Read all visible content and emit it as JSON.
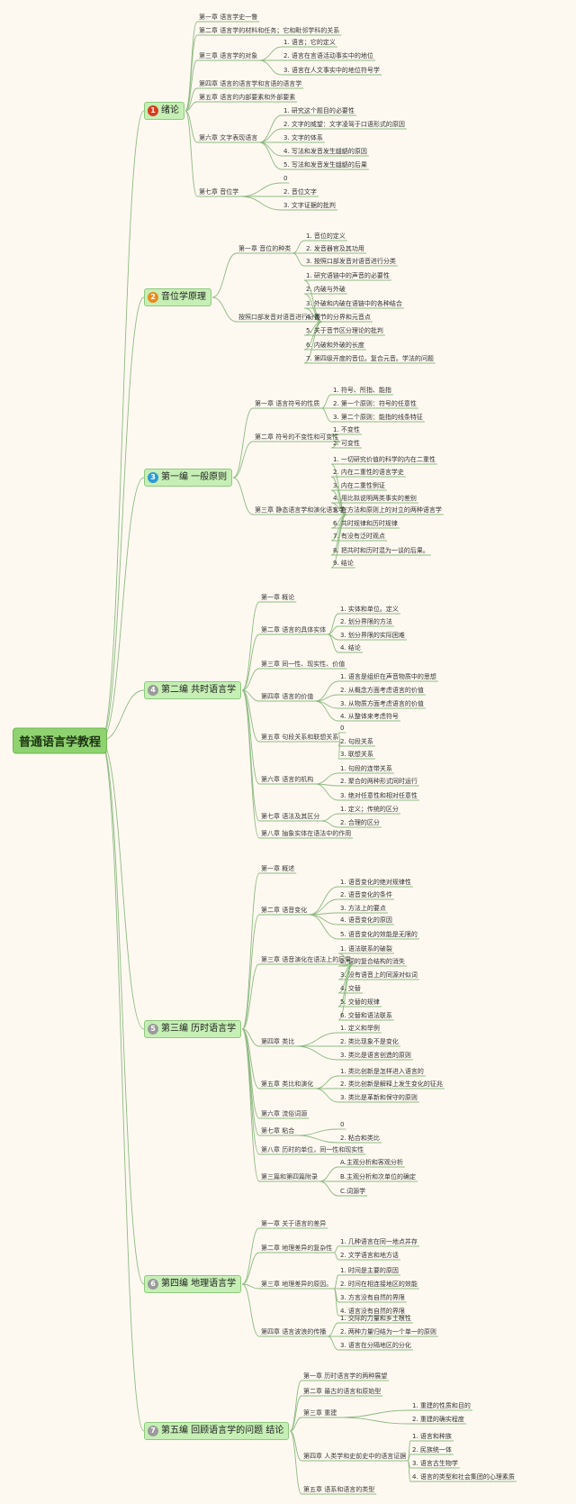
{
  "root": "普通语言学教程",
  "colors": {
    "line": "#8fba83",
    "branch_fill": "#c6efb5",
    "badge_colors": [
      "#d83b1f",
      "#e98b1c",
      "#2d9bd6",
      "#9a9a9a",
      "#9a9a9a",
      "#9a9a9a",
      "#9a9a9a"
    ]
  },
  "branches": [
    {
      "num": "1",
      "label": "绪论",
      "children": [
        {
          "label": "第一章 语言学史一瞥"
        },
        {
          "label": "第二章 语言学的材料和任务；它和毗邻学科的关系"
        },
        {
          "label": "第三章 语言学的对象",
          "children": [
            "1. 语言；它的定义",
            "2. 语言在言语活动事实中的地位",
            "3. 语言在人文事实中的地位符号学"
          ]
        },
        {
          "label": "第四章 语言的语言学和言语的语言学"
        },
        {
          "label": "第五章 语言的内部要素和外部要素"
        },
        {
          "label": "第六章 文字表现语言",
          "children": [
            "1. 研究这个题目的必要性",
            "2. 文字的威望：文字凌驾于口语形式的原因",
            "3. 文字的体系",
            "4. 写法和发音发生龃龉的原因",
            "5. 写法和发音发生龃龉的后果"
          ]
        },
        {
          "label": "第七章 音位学",
          "children": [
            "0",
            "2. 音位文字",
            "3. 文字证据的批判"
          ]
        }
      ]
    },
    {
      "num": "2",
      "label": "音位学原理",
      "children": [
        {
          "label": "第一章 音位的种类",
          "children": [
            "1. 音位的定义",
            "2. 发音器官及其功用",
            "3. 按照口部发音对语音进行分类"
          ]
        },
        {
          "label": "按照口部发音对语音进行分类",
          "children": [
            "1. 研究语链中的声音的必要性",
            "2. 内破与外破",
            "3. 外破和内破在语链中的各种结合",
            "4. 音节的分界和元音点",
            "5. 关于音节区分理论的批判",
            "6. 内破和外破的长度",
            "7. 第四级开度的音位。复合元音。学法的问题"
          ]
        }
      ]
    },
    {
      "num": "3",
      "label": "第一编 一般原则",
      "children": [
        {
          "label": "第一章 语言符号的性质",
          "children": [
            "1. 符号、所指、能指",
            "2. 第一个原则：符号的任意性",
            "3. 第二个原则：能指的线条特征"
          ]
        },
        {
          "label": "第二章 符号的不变性和可变性",
          "children": [
            "1. 不变性",
            "2. 可变性"
          ]
        },
        {
          "label": "第三章 静态语言学和演化语言学",
          "children": [
            "1. 一切研究价值的科学的内在二重性",
            "2. 内在二重性的语言学史",
            "3. 内在二重性例证",
            "4. 用比拟说明两类事实的差别",
            "5. 在方法和原则上的对立的两种语言学",
            "6. 共时规律和历时规律",
            "7. 有没有泛时观点",
            "8. 把共时和历时混为一谈的后果。",
            "9. 结论"
          ]
        }
      ]
    },
    {
      "num": "4",
      "label": "第二编 共时语言学",
      "children": [
        {
          "label": "第一章 概论"
        },
        {
          "label": "第二章 语言的具体实体",
          "children": [
            "1. 实体和单位。定义",
            "2. 划分界限的方法",
            "3. 划分界限的实际困难",
            "4. 结论"
          ]
        },
        {
          "label": "第三章 同一性、现实性、价值"
        },
        {
          "label": "第四章 语言的价值",
          "children": [
            "1. 语言是组织在声音物质中的思想",
            "2. 从概念方面考虑语言的价值",
            "3. 从物质方面考虑语言的价值",
            "4. 从整体来考虑符号"
          ]
        },
        {
          "label": "第五章 句段关系和联想关系",
          "children": [
            "0",
            "2. 句段关系",
            "3. 联想关系"
          ]
        },
        {
          "label": "第六章 语言的机构",
          "children": [
            "1. 句段的连带关系",
            "2. 聚合的两种形式同时运行",
            "3. 绝对任意性和相对任意性"
          ]
        },
        {
          "label": "第七章 语法及其区分",
          "children": [
            "1. 定义；传统的区分",
            "2. 合理的区分"
          ]
        },
        {
          "label": "第八章 抽象实体在语法中的作用"
        }
      ]
    },
    {
      "num": "5",
      "label": "第三编 历时语言学",
      "children": [
        {
          "label": "第一章 概述"
        },
        {
          "label": "第二章 语音变化",
          "children": [
            "1. 语音变化的绝对规律性",
            "2. 语音变化的条件",
            "3. 方法上的要点",
            "4. 语音变化的原因",
            "5. 语音变化的效能是无限的"
          ]
        },
        {
          "label": "第三章 语音演化在语法上的后果",
          "children": [
            "1. 语法联系的破裂",
            "2. 词的复合结构的消失",
            "3. 没有语音上的同源对似词",
            "4. 交替",
            "5. 交替的规律",
            "6. 交替和语法联系"
          ]
        },
        {
          "label": "第四章 类比",
          "children": [
            "1. 定义和举例",
            "2. 类比现象不是变化",
            "3. 类比是语言创造的原则"
          ]
        },
        {
          "label": "第五章 类比和演化",
          "children": [
            "1. 类比创新是怎样进入语言的",
            "2. 类比创新是解释上发生变化的征兆",
            "3. 类比是革新和保守的原则"
          ]
        },
        {
          "label": "第六章 流俗词源"
        },
        {
          "label": "第七章 粘合",
          "children": [
            "0",
            "2. 粘合和类比"
          ]
        },
        {
          "label": "第八章 历时的单位，同一性和现实性"
        },
        {
          "label": "第三篇和第四篇附录",
          "children": [
            "A.主观分析和客观分析",
            "B.主观分析和次单位的确定",
            "C.词源学"
          ]
        }
      ]
    },
    {
      "num": "6",
      "label": "第四编 地理语言学",
      "children": [
        {
          "label": "第一章 关于语言的差异"
        },
        {
          "label": "第二章 地理差异的复杂性",
          "children": [
            "1. 几种语言在同一地点并存",
            "2. 文学语言和地方话"
          ]
        },
        {
          "label": "第三章 地理差异的原因。",
          "children": [
            "1. 时间是主要的原因",
            "2. 时间在相连接地区的效能",
            "3. 方言没有自然的界限",
            "4. 语言没有自然的界限"
          ]
        },
        {
          "label": "第四章 语言波浪的传播",
          "children": [
            "1. 交际的力量和乡土根性",
            "2. 两种力量归结为一个单一的原则",
            "3. 语言在分隔地区的分化"
          ]
        }
      ]
    },
    {
      "num": "7",
      "label": "第五编 回顾语言学的问题 结论",
      "children": [
        {
          "label": "第一章 历时语言学的两种展望"
        },
        {
          "label": "第二章 最古的语言和原始型"
        },
        {
          "label": "第三章 重建",
          "children": [
            "1. 重建的性质和目的",
            "2. 重建的确实程度"
          ]
        },
        {
          "label": "第四章 人类学和史前史中的语言证据",
          "children": [
            "1. 语言和种族",
            "2. 民族统一体",
            "3. 语言古生物学",
            "4. 语言的类型和社会集团的心理素质"
          ]
        },
        {
          "label": "第五章 语系和语言的类型"
        }
      ]
    }
  ]
}
